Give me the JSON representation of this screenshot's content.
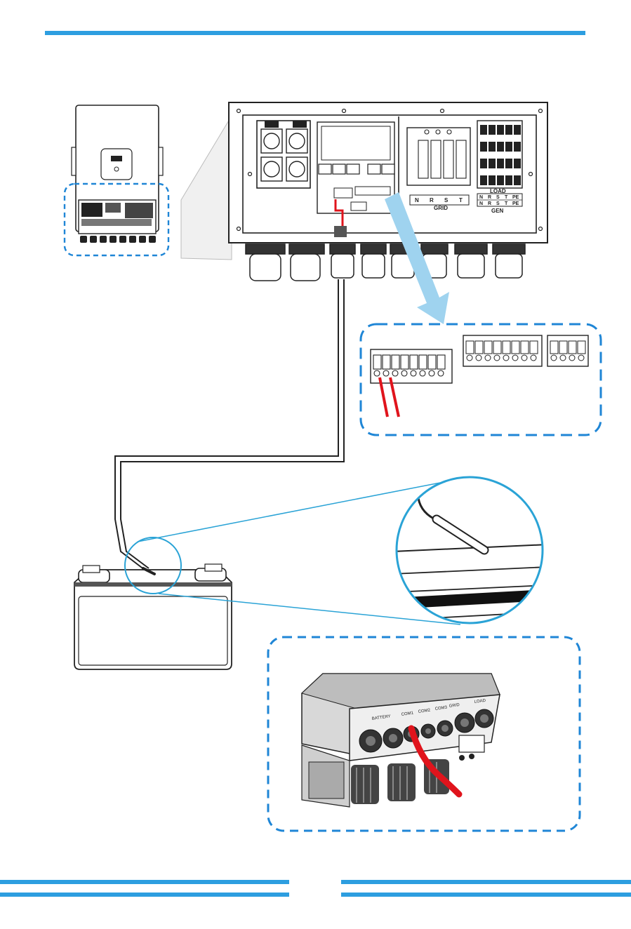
{
  "colors": {
    "accent": "#2d9ee0",
    "dashed": "#1f86d6",
    "arrow": "#9fd3ef",
    "cable_red": "#e0141c",
    "line": "#222222",
    "callout": "#2aa3d6"
  },
  "icons": {
    "arrow": "down-right-arrow-icon",
    "sensor": "temperature-sensor-icon"
  },
  "panel": {
    "grid_letters": [
      "N",
      "R",
      "S",
      "T"
    ],
    "grid_label": "GRID",
    "load_label": "LOAD",
    "load_letters": [
      "N",
      "R",
      "S",
      "T",
      "PE"
    ],
    "gen_letters": [
      "N",
      "R",
      "S",
      "T",
      "PE"
    ],
    "gen_label": "GEN"
  },
  "photo": {
    "battery_label": "BATTERY",
    "ports": [
      "COM1",
      "COM2",
      "COM3",
      "GRID",
      "LOAD"
    ]
  }
}
